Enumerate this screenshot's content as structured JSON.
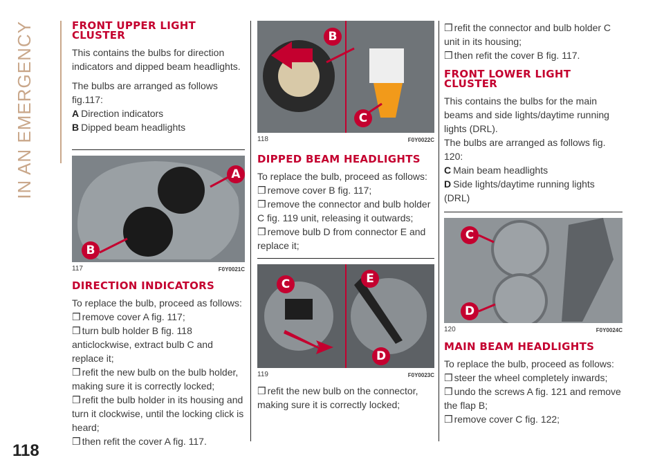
{
  "sidebar": {
    "title": "IN AN EMERGENCY"
  },
  "page": {
    "number": "118"
  },
  "sections": {
    "front_upper": {
      "title": "FRONT UPPER LIGHT CLUSTER",
      "intro": "This contains the bulbs for direction indicators and dipped beam headlights.",
      "arranged": "The bulbs are arranged as follows fig.117:",
      "items": [
        {
          "letter": "A",
          "text": "Direction indicators"
        },
        {
          "letter": "B",
          "text": "Dipped beam headlights"
        }
      ]
    },
    "direction_indicators": {
      "title": "DIRECTION INDICATORS",
      "intro": "To replace the bulb, proceed as follows:",
      "steps": [
        "remove cover A fig. 117;",
        "turn bulb holder B fig. 118 anticlockwise, extract bulb C and replace it;",
        "refit the new bulb on the bulb holder, making sure it is correctly locked;",
        "refit the bulb holder in its housing and turn it clockwise, until the locking click is heard;",
        "then refit the cover A fig. 117."
      ]
    },
    "dipped_beam": {
      "title": "DIPPED BEAM HEADLIGHTS",
      "intro": "To replace the bulb, proceed as follows:",
      "steps": [
        "remove cover B fig. 117;",
        "remove the connector and bulb holder C fig. 119 unit, releasing it outwards;",
        "remove bulb D from connector E and replace it;"
      ],
      "steps_after": [
        "refit the new bulb on the connector, making sure it is correctly locked;"
      ]
    },
    "col3_top_steps": [
      "refit the connector and bulb holder C unit in its housing;",
      "then refit the cover B fig. 117."
    ],
    "front_lower": {
      "title": "FRONT LOWER LIGHT CLUSTER",
      "intro": "This contains the bulbs for the main beams and side lights/daytime running lights (DRL).",
      "arranged": "The bulbs are arranged as follows fig. 120:",
      "items": [
        {
          "letter": "C",
          "text": "Main beam headlights"
        },
        {
          "letter": "D",
          "text": "Side lights/daytime running lights (DRL)"
        }
      ]
    },
    "main_beam": {
      "title": "MAIN BEAM HEADLIGHTS",
      "intro": "To replace the bulb, proceed as follows:",
      "steps": [
        "steer the wheel completely inwards;",
        "undo the screws A fig. 121 and remove the flap B;",
        "remove cover C fig. 122;"
      ]
    }
  },
  "figures": {
    "fig117": {
      "number": "117",
      "code": "F0Y0021C",
      "callouts": [
        "A",
        "B"
      ]
    },
    "fig118": {
      "number": "118",
      "code": "F0Y0022C",
      "callouts": [
        "B",
        "C"
      ]
    },
    "fig119": {
      "number": "119",
      "code": "F0Y0023C",
      "callouts": [
        "C",
        "E",
        "D"
      ]
    },
    "fig120": {
      "number": "120",
      "code": "F0Y0024C",
      "callouts": [
        "C",
        "D"
      ]
    }
  },
  "bullet_glyph": "❒",
  "colors": {
    "heading": "#c4002f",
    "sidebar": "#c9a78a"
  }
}
